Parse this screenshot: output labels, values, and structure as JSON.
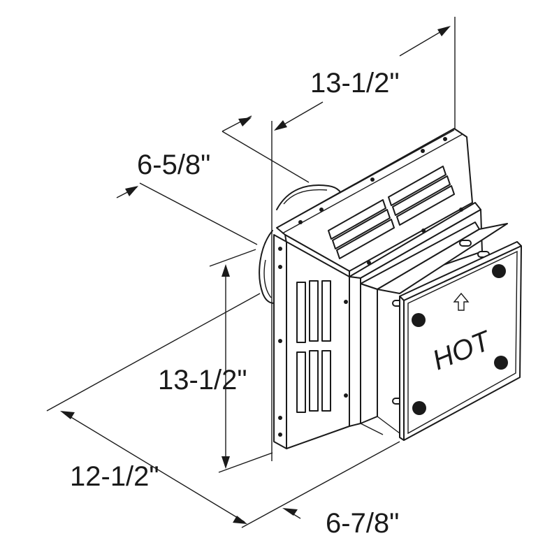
{
  "dimensions": {
    "top_depth": "13-1/2\"",
    "side_depth": "6-5/8\"",
    "height": "13-1/2\"",
    "width": "12-1/2\"",
    "front_depth": "6-7/8\""
  },
  "faceplate": {
    "label": "HOT",
    "arrow": "up-arrow-icon"
  },
  "colors": {
    "line": "#1a1a1a",
    "background": "#ffffff"
  }
}
